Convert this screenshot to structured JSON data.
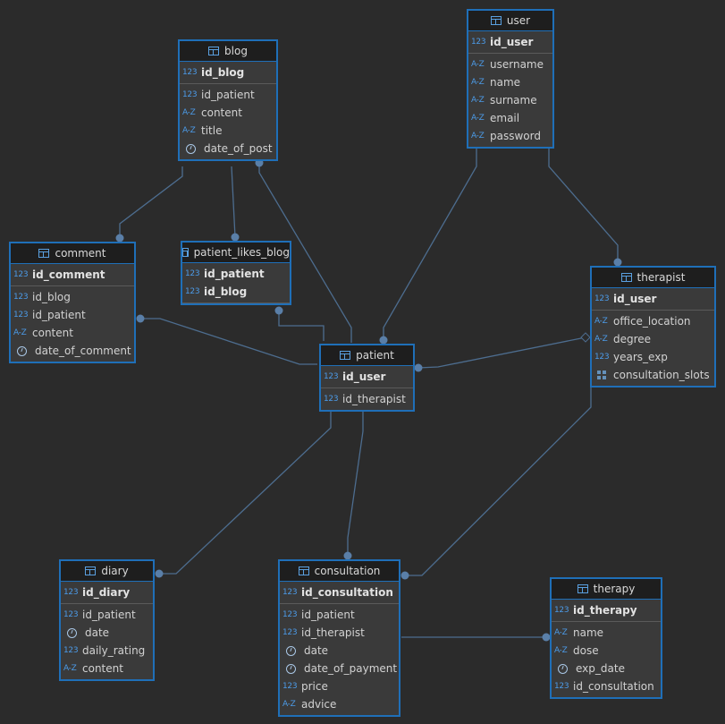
{
  "colors": {
    "background": "#2b2b2b",
    "table_border": "#1f6fb8",
    "link": "#4d6d8f"
  },
  "tables": {
    "user": {
      "name": "user",
      "pk": [
        {
          "type": "num",
          "label": "123",
          "col": "id_user"
        }
      ],
      "cols": [
        {
          "type": "str",
          "label": "A-Z",
          "col": "username"
        },
        {
          "type": "str",
          "label": "A-Z",
          "col": "name"
        },
        {
          "type": "str",
          "label": "A-Z",
          "col": "surname"
        },
        {
          "type": "str",
          "label": "A-Z",
          "col": "email"
        },
        {
          "type": "str",
          "label": "A-Z",
          "col": "password"
        }
      ]
    },
    "blog": {
      "name": "blog",
      "pk": [
        {
          "type": "num",
          "label": "123",
          "col": "id_blog"
        }
      ],
      "cols": [
        {
          "type": "num",
          "label": "123",
          "col": "id_patient"
        },
        {
          "type": "str",
          "label": "A-Z",
          "col": "content"
        },
        {
          "type": "str",
          "label": "A-Z",
          "col": "title"
        },
        {
          "type": "date",
          "label": "",
          "col": "date_of_post"
        }
      ]
    },
    "comment": {
      "name": "comment",
      "pk": [
        {
          "type": "num",
          "label": "123",
          "col": "id_comment"
        }
      ],
      "cols": [
        {
          "type": "num",
          "label": "123",
          "col": "id_blog"
        },
        {
          "type": "num",
          "label": "123",
          "col": "id_patient"
        },
        {
          "type": "str",
          "label": "A-Z",
          "col": "content"
        },
        {
          "type": "date",
          "label": "",
          "col": "date_of_comment"
        }
      ]
    },
    "patient_likes_blog": {
      "name": "patient_likes_blog",
      "pk": [
        {
          "type": "num",
          "label": "123",
          "col": "id_patient"
        },
        {
          "type": "num",
          "label": "123",
          "col": "id_blog"
        }
      ],
      "cols": []
    },
    "therapist": {
      "name": "therapist",
      "pk": [
        {
          "type": "num",
          "label": "123",
          "col": "id_user"
        }
      ],
      "cols": [
        {
          "type": "str",
          "label": "A-Z",
          "col": "office_location"
        },
        {
          "type": "str",
          "label": "A-Z",
          "col": "degree"
        },
        {
          "type": "num",
          "label": "123",
          "col": "years_exp"
        },
        {
          "type": "array",
          "label": "",
          "col": "consultation_slots"
        }
      ]
    },
    "patient": {
      "name": "patient",
      "pk": [
        {
          "type": "num",
          "label": "123",
          "col": "id_user"
        }
      ],
      "cols": [
        {
          "type": "num",
          "label": "123",
          "col": "id_therapist"
        }
      ]
    },
    "diary": {
      "name": "diary",
      "pk": [
        {
          "type": "num",
          "label": "123",
          "col": "id_diary"
        }
      ],
      "cols": [
        {
          "type": "num",
          "label": "123",
          "col": "id_patient"
        },
        {
          "type": "date",
          "label": "",
          "col": "date"
        },
        {
          "type": "num",
          "label": "123",
          "col": "daily_rating"
        },
        {
          "type": "str",
          "label": "A-Z",
          "col": "content"
        }
      ]
    },
    "consultation": {
      "name": "consultation",
      "pk": [
        {
          "type": "num",
          "label": "123",
          "col": "id_consultation"
        }
      ],
      "cols": [
        {
          "type": "num",
          "label": "123",
          "col": "id_patient"
        },
        {
          "type": "num",
          "label": "123",
          "col": "id_therapist"
        },
        {
          "type": "date",
          "label": "",
          "col": "date"
        },
        {
          "type": "date",
          "label": "",
          "col": "date_of_payment"
        },
        {
          "type": "num",
          "label": "123",
          "col": "price"
        },
        {
          "type": "str",
          "label": "A-Z",
          "col": "advice"
        }
      ]
    },
    "therapy": {
      "name": "therapy",
      "pk": [
        {
          "type": "num",
          "label": "123",
          "col": "id_therapy"
        }
      ],
      "cols": [
        {
          "type": "str",
          "label": "A-Z",
          "col": "name"
        },
        {
          "type": "str",
          "label": "A-Z",
          "col": "dose"
        },
        {
          "type": "date",
          "label": "",
          "col": "exp_date"
        },
        {
          "type": "num",
          "label": "123",
          "col": "id_consultation"
        }
      ]
    }
  },
  "relationships": [
    {
      "from": "blog",
      "to": "comment"
    },
    {
      "from": "blog",
      "to": "patient_likes_blog"
    },
    {
      "from": "patient",
      "to": "blog"
    },
    {
      "from": "patient",
      "to": "patient_likes_blog"
    },
    {
      "from": "patient",
      "to": "comment"
    },
    {
      "from": "user",
      "to": "patient"
    },
    {
      "from": "user",
      "to": "therapist"
    },
    {
      "from": "therapist",
      "to": "patient"
    },
    {
      "from": "patient",
      "to": "diary"
    },
    {
      "from": "patient",
      "to": "consultation"
    },
    {
      "from": "therapist",
      "to": "consultation"
    },
    {
      "from": "consultation",
      "to": "therapy"
    }
  ]
}
